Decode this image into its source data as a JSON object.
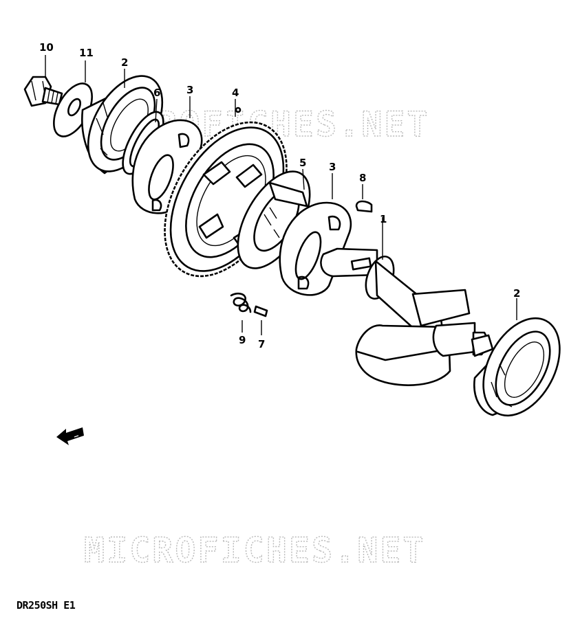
{
  "diagram": {
    "callouts": [
      {
        "id": "c10",
        "text": "10"
      },
      {
        "id": "c11",
        "text": "11"
      },
      {
        "id": "c2a",
        "text": "2"
      },
      {
        "id": "c6",
        "text": "6"
      },
      {
        "id": "c3a",
        "text": "3"
      },
      {
        "id": "c4",
        "text": "4"
      },
      {
        "id": "c5",
        "text": "5"
      },
      {
        "id": "c3b",
        "text": "3"
      },
      {
        "id": "c8",
        "text": "8"
      },
      {
        "id": "c1",
        "text": "1"
      },
      {
        "id": "c2b",
        "text": "2"
      },
      {
        "id": "c9",
        "text": "9"
      },
      {
        "id": "c7",
        "text": "7"
      }
    ],
    "watermark_top": "MICROFICHES.NET",
    "watermark_bottom": "MICROFICHES.NET",
    "model_code": "DR250SH E1"
  }
}
